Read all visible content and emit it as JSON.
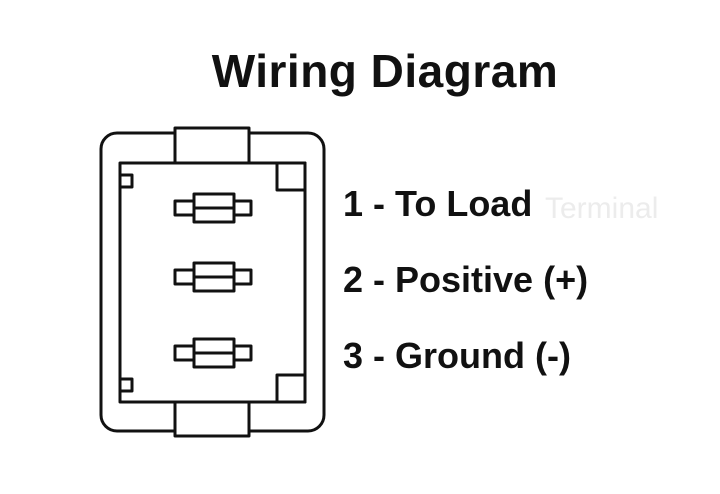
{
  "diagram": {
    "title": "Wiring Diagram",
    "terminals": [
      {
        "number": "1",
        "label": "1 - To Load"
      },
      {
        "number": "2",
        "label": "2 - Positive (+)"
      },
      {
        "number": "3",
        "label": "3 - Ground (-)"
      }
    ],
    "watermark": "Terminal",
    "colors": {
      "line": "#111111",
      "background": "#ffffff",
      "watermark": "#ececec"
    }
  }
}
